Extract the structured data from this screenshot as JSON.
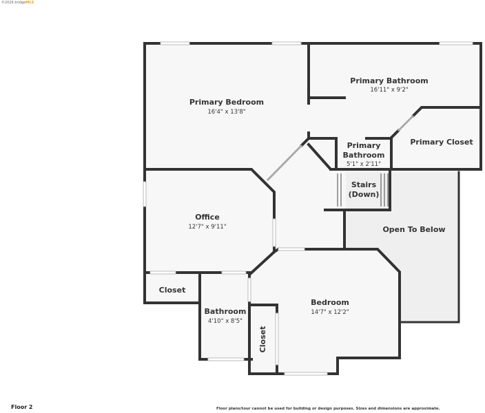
{
  "watermark": {
    "prefix": "©2026 bridge",
    "brand": "MLS"
  },
  "floor_label": "Floor 2",
  "disclaimer": "Floor plans/tour cannot be used for building or design purposes. Sizes and dimensions are approximate.",
  "colors": {
    "wall": "#333333",
    "floor": "#f7f7f7",
    "open_to_below": "#efefef",
    "window": "#dddddd"
  },
  "rooms": {
    "primary_bedroom": {
      "name": "Primary Bedroom",
      "dims": "16'4\" x 13'8\""
    },
    "primary_bathroom_large": {
      "name": "Primary Bathroom",
      "dims": "16'11\" x 9'2\""
    },
    "primary_closet": {
      "name": "Primary Closet"
    },
    "primary_bathroom_small": {
      "name_line1": "Primary",
      "name_line2": "Bathroom",
      "dims": "5'1\" x 2'11\""
    },
    "stairs": {
      "name_line1": "Stairs",
      "name_line2": "(Down)"
    },
    "open_to_below": {
      "name": "Open To Below"
    },
    "office": {
      "name": "Office",
      "dims": "12'7\" x 9'11\""
    },
    "closet_left": {
      "name": "Closet"
    },
    "bathroom": {
      "name": "Bathroom",
      "dims": "4'10\" x 8'5\""
    },
    "bedroom": {
      "name": "Bedroom",
      "dims": "14'7\" x 12'2\""
    },
    "closet_bedroom": {
      "name": "Closet"
    }
  }
}
